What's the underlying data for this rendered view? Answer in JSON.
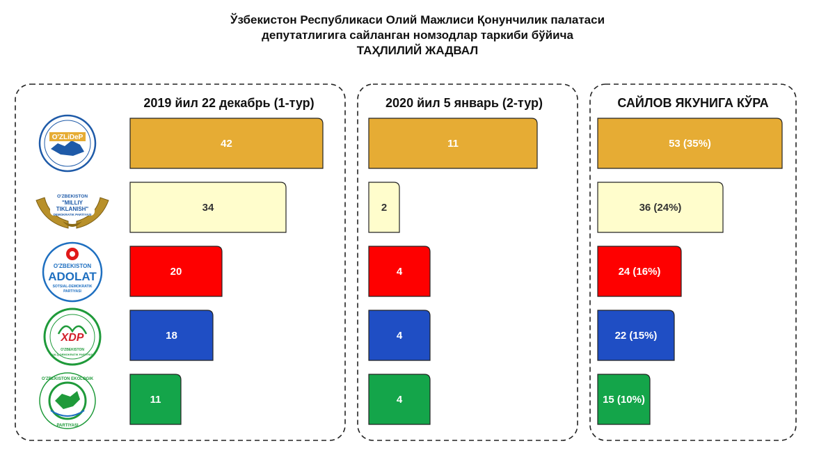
{
  "title_lines": [
    "Ўзбекистон Республикаси Олий Мажлиси Қонунчилик палатаси",
    "депутатлигига сайланган номзодлар таркиби бўйича",
    "ТАҲЛИЛИЙ ЖАДВАЛ"
  ],
  "colors": [
    "#e6ac34",
    "#fffdcc",
    "#fe0000",
    "#1f4ec4",
    "#14a54a"
  ],
  "label_colors": [
    "#ffffff",
    "#333333",
    "#ffffff",
    "#ffffff",
    "#ffffff"
  ],
  "logos": [
    {
      "icon": "uzlidep-logo-icon",
      "text": "O'ZLiDeP"
    },
    {
      "icon": "milliy-tiklanish-logo-icon",
      "text": "O'ZBEKISTON \"MILLIY TIKLANISH\" DEMOKRATIK PARTIYASI"
    },
    {
      "icon": "adolat-logo-icon",
      "text": "O'ZBEKISTON ADOLAT SOTSIAL-DEMOKRATIK PARTIYASI"
    },
    {
      "icon": "xdp-logo-icon",
      "text": "XDP"
    },
    {
      "icon": "ekologik-logo-icon",
      "text": "O'ZBEKISTON EKOLOGIK PARTIYASI"
    }
  ],
  "chart_data": [
    {
      "type": "bar",
      "title": "2019 йил 22 декабрь (1-тур)",
      "values": [
        42,
        34,
        20,
        18,
        11
      ],
      "labels": [
        "42",
        "34",
        "20",
        "18",
        "11"
      ]
    },
    {
      "type": "bar",
      "title": "2020 йил 5 январь (2-тур)",
      "values": [
        11,
        2,
        4,
        4,
        4
      ],
      "labels": [
        "11",
        "2",
        "4",
        "4",
        "4"
      ]
    },
    {
      "type": "bar",
      "title": "САЙЛОВ ЯКУНИГА КЎРА",
      "values": [
        53,
        36,
        24,
        22,
        15
      ],
      "labels": [
        "53 (35%)",
        "36 (24%)",
        "24 (16%)",
        "22 (15%)",
        "15 (10%)"
      ]
    }
  ]
}
